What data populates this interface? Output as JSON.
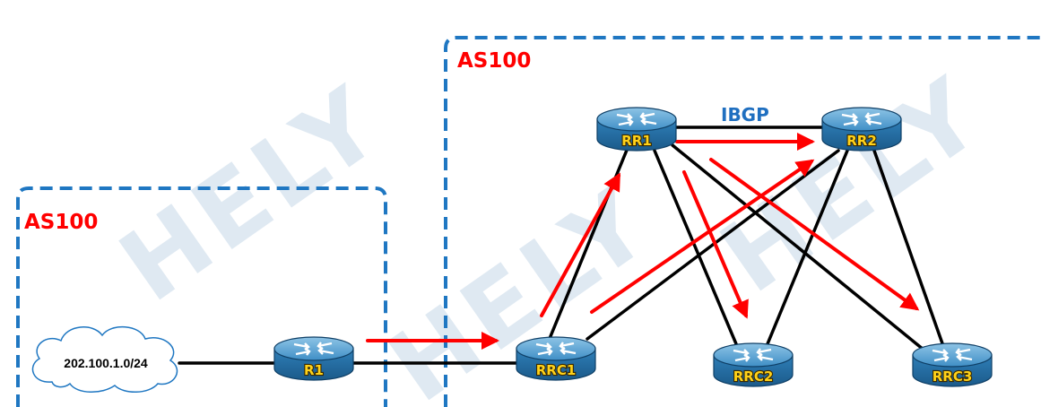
{
  "watermark": "HELY",
  "areas": {
    "as_left": "AS100",
    "as_right": "AS100"
  },
  "link_label": "IBGP",
  "network": {
    "prefix": "202.100.1.0/24"
  },
  "routers": {
    "r1": "R1",
    "rrc1": "RRC1",
    "rr1": "RR1",
    "rr2": "RR2",
    "rrc2": "RRC2",
    "rrc3": "RRC3"
  },
  "colors": {
    "as_border": "#1f77c2",
    "as_label": "#ff0000",
    "ibgp_label": "#1f6fc0",
    "link": "#000000",
    "route_arrow": "#ff0000",
    "router_body": "#2f7fb8",
    "router_label": "#ffd21a",
    "watermark": "#dfe9f2"
  }
}
